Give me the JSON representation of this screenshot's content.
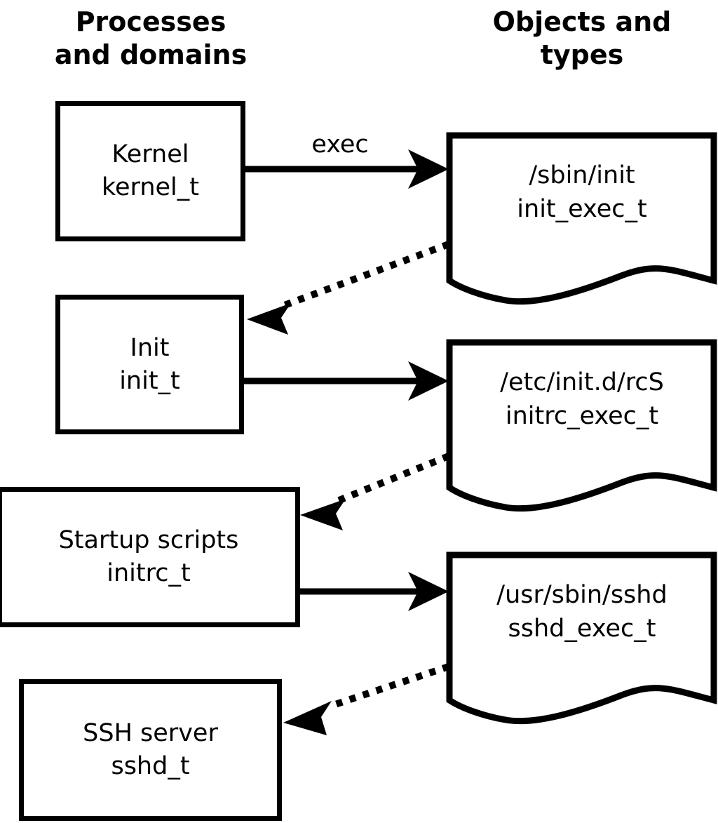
{
  "diagram": {
    "title_columns": {
      "left": "Processes\nand domains",
      "right": "Objects and\ntypes"
    },
    "colors": {
      "stroke": "#000000",
      "background": "#ffffff",
      "text": "#000000"
    },
    "process_nodes": [
      {
        "id": "kernel",
        "line1": "Kernel",
        "line2": "kernel_t"
      },
      {
        "id": "init",
        "line1": "Init",
        "line2": "init_t"
      },
      {
        "id": "initrc",
        "line1": "Startup scripts",
        "line2": "initrc_t"
      },
      {
        "id": "sshd",
        "line1": "SSH server",
        "line2": "sshd_t"
      }
    ],
    "object_nodes": [
      {
        "id": "init_exec",
        "line1": "/sbin/init",
        "line2": "init_exec_t"
      },
      {
        "id": "initrc_exec",
        "line1": "/etc/init.d/rcS",
        "line2": "initrc_exec_t"
      },
      {
        "id": "sshd_exec",
        "line1": "/usr/sbin/sshd",
        "line2": "sshd_exec_t"
      }
    ],
    "edges": [
      {
        "id": "kernel-exec-init_exec",
        "from": "kernel",
        "to": "init_exec",
        "style": "solid",
        "label": "exec"
      },
      {
        "id": "init_exec-transition",
        "from": "init_exec",
        "to": "init",
        "style": "dotted",
        "label": ""
      },
      {
        "id": "init-exec-initrc_exec",
        "from": "init",
        "to": "initrc_exec",
        "style": "solid",
        "label": ""
      },
      {
        "id": "initrc_exec-transition",
        "from": "initrc_exec",
        "to": "initrc",
        "style": "dotted",
        "label": ""
      },
      {
        "id": "initrc-exec-sshd_exec",
        "from": "initrc",
        "to": "sshd_exec",
        "style": "solid",
        "label": ""
      },
      {
        "id": "sshd_exec-transition",
        "from": "sshd_exec",
        "to": "sshd",
        "style": "dotted",
        "label": ""
      }
    ]
  }
}
